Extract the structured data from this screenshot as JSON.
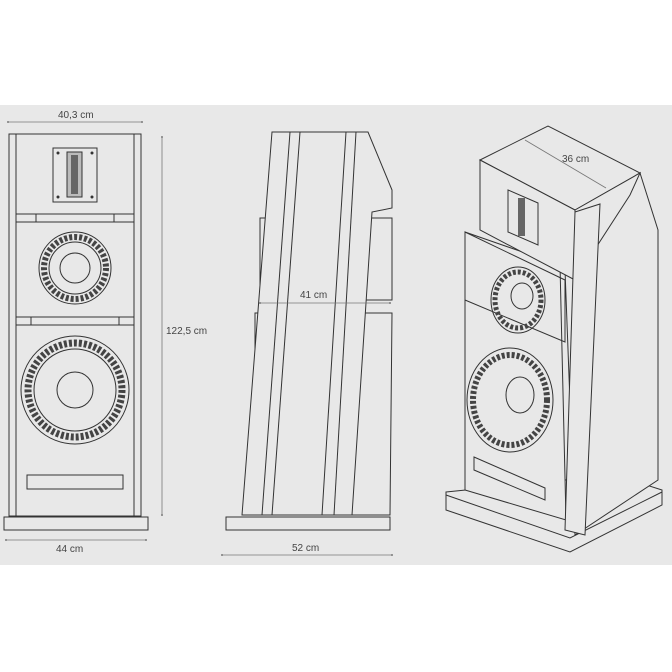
{
  "dimensions": {
    "front_width_top": "40,3 cm",
    "height": "122,5 cm",
    "front_base_width": "44 cm",
    "side_depth_cabinet": "41 cm",
    "side_base_depth": "52 cm",
    "iso_top_depth": "36 cm"
  },
  "colors": {
    "background_band": "#e8e8e8",
    "line": "#333333"
  }
}
